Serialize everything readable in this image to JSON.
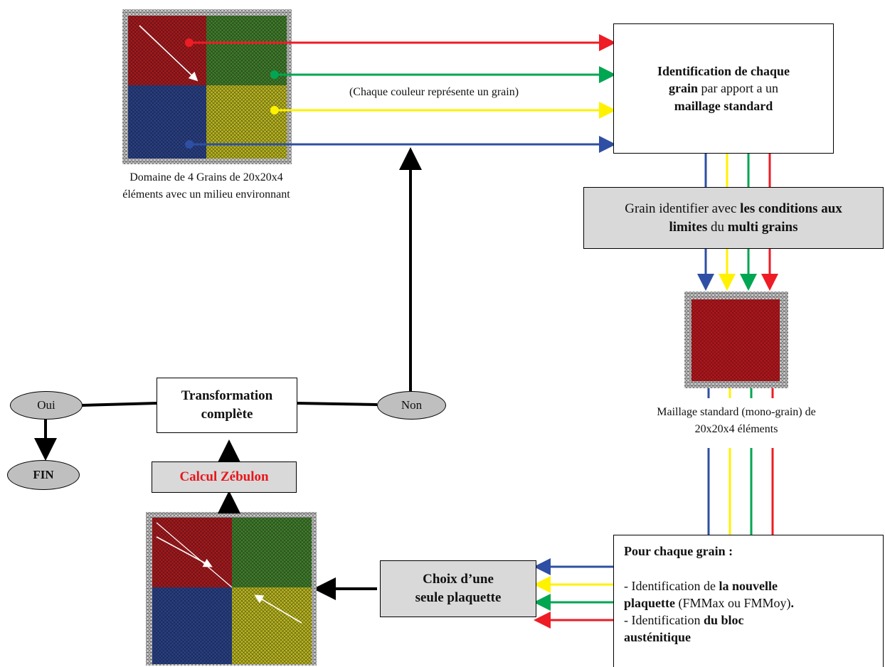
{
  "colors": {
    "red": "#ee1c25",
    "green": "#00a651",
    "yellow": "#fff200",
    "blue": "#2e4fa3",
    "arrow_black": "#000000",
    "zebulon_red": "#e8161b"
  },
  "top_mesh_caption": {
    "line1": "Domaine de 4 Grains de 20x20x4",
    "line2": "éléments avec un milieu environnant"
  },
  "color_note": "(Chaque couleur représente un grain)",
  "identification_box": {
    "bold1": "Identification de chaque",
    "bold2": "grain",
    "normal1": " par apport a un",
    "bold3": "maillage standard"
  },
  "boundary_box": {
    "normal1": "Grain identifier avec ",
    "bold1": "les  conditions aux",
    "bold2": "limites",
    "normal2": " du  ",
    "bold3": "multi grains"
  },
  "mono_mesh_caption": {
    "line1": "Maillage standard (mono-grain) de",
    "line2": "20x20x4 éléments"
  },
  "per_grain_box": {
    "title": "Pour chaque grain :",
    "item1_normal": "- Identification de ",
    "item1_bold": "la nouvelle",
    "item1_bold2": "plaquette",
    "item1_normal2": " (FMMax ou FMMoy)",
    "item1_end": ".",
    "item2_normal": "- Identification ",
    "item2_bold": "du bloc",
    "item2_bold2": "austénitique"
  },
  "choice_box": {
    "line1": "Choix d’une",
    "line2": "seule plaquette"
  },
  "calcul_box": {
    "label": "Calcul Zébulon"
  },
  "transformation_box": {
    "line1": "Transformation",
    "line2": "complète"
  },
  "oui_label": "Oui",
  "non_label": "Non",
  "fin_label": "FIN"
}
